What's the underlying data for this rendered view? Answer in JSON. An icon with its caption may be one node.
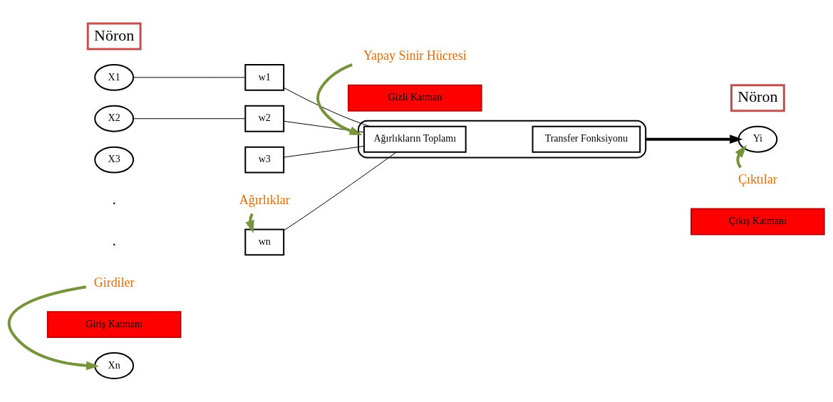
{
  "diagram": {
    "nodes": [
      {
        "text": [
          "Nöron"
        ]
      },
      {
        "text": [
          "X1"
        ]
      },
      {
        "text": [
          "X2"
        ]
      },
      {
        "text": [
          "X3"
        ]
      },
      {
        "text": [
          "Xn"
        ]
      },
      {
        "text": [
          "w1"
        ]
      },
      {
        "text": [
          "w2"
        ]
      },
      {
        "text": [
          "w3"
        ]
      },
      {
        "text": [
          "wn"
        ]
      },
      {
        "text": [],
        "shape": "ellipse"
      },
      {
        "text": [
          "Ağırlıkların Toplamı"
        ],
        "in": 9
      },
      {
        "text": [
          "Transfer Fonksiyonu"
        ],
        "in": 9
      },
      {
        "text": [
          "Nöron"
        ]
      },
      {
        "text": [
          "Yi"
        ]
      },
      {
        "text": [
          "Girdiler"
        ]
      },
      {
        "text": [
          "Ağırlıklar"
        ]
      },
      {
        "text": [
          "Yapay Sinir Hücresi"
        ]
      },
      {
        "text": [
          "Çıktılar"
        ]
      },
      {
        "text": [
          "Giriş Katmanı"
        ]
      },
      {
        "text": [
          "Gizli Katman"
        ]
      },
      {
        "text": [
          "Çıkış Katmanı"
        ]
      }
    ],
    "edges": [
      {
        "from": 1,
        "to": 5,
        "arrow": "none"
      },
      {
        "from": 2,
        "to": 6,
        "arrow": "none"
      },
      {
        "from": 5,
        "to": 10,
        "arrow": "none"
      },
      {
        "from": 6,
        "to": 10,
        "arrow": "none"
      },
      {
        "from": 7,
        "to": 10,
        "arrow": "none"
      },
      {
        "from": 8,
        "to": 10,
        "arrow": "none"
      },
      {
        "from": 9,
        "to": 13,
        "arrow": "to",
        "style": "thick"
      },
      {
        "from": 14,
        "to": 4,
        "arrow": "to",
        "style": "thick",
        "color": "#77933c"
      },
      {
        "from": 15,
        "to": 8,
        "arrow": "to",
        "style": "thick",
        "color": "#77933c"
      },
      {
        "from": 16,
        "to": 9,
        "arrow": "to",
        "style": "thick",
        "color": "#77933c"
      },
      {
        "from": 17,
        "to": 13,
        "arrow": "to",
        "style": "thick",
        "color": "#77933c"
      }
    ],
    "labels": [
      ".",
      "."
    ]
  }
}
